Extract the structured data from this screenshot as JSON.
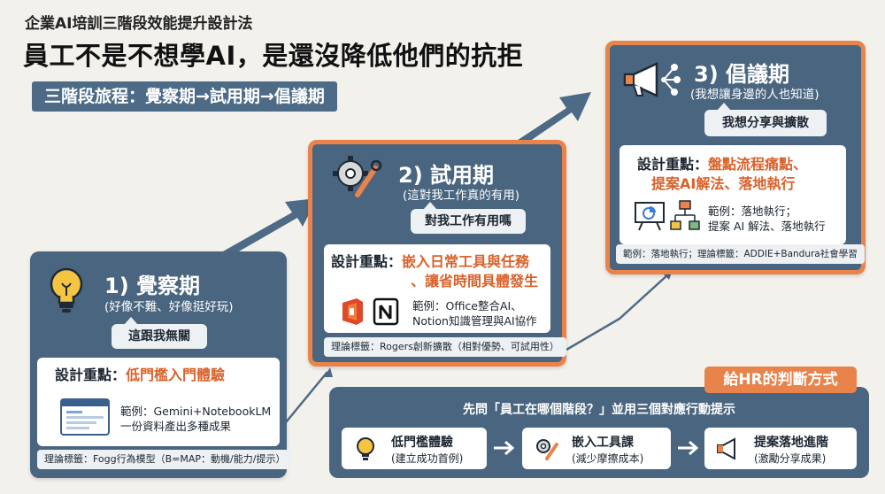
{
  "header": {
    "subtitle": "企業AI培訓三階段效能提升設計法",
    "title": "員工不是不想學AI，是還沒降低他們的抗拒",
    "journey": "三階段旅程：覺察期→試用期→倡議期"
  },
  "stages": [
    {
      "title": "1) 覺察期",
      "subtitle": "(好像不難、好像挺好玩)",
      "bubble": "這跟我無關",
      "focus_label": "設計重點：",
      "focus_lines": [
        "低門檻入門體驗"
      ],
      "example_lines": [
        "範例：Gemini+NotebookLM",
        "一份資料產出多種成果"
      ],
      "theory": "理論標籤：Fogg行為模型（B=MAP：動機/能力/提示）",
      "icon": "lightbulb-icon"
    },
    {
      "title": "2) 試用期",
      "subtitle": "(這對我工作真的有用)",
      "bubble": "對我工作有用嗎",
      "focus_label": "設計重點：",
      "focus_lines": [
        "嵌入日常工具與任務",
        "、讓省時間具體發生"
      ],
      "example_lines": [
        "範例：Office整合AI、",
        "Notion知識管理與AI協作"
      ],
      "theory": "理論標籤：Rogers創新擴散（相對優勢、可試用性）",
      "icon": "gear-wrench-icon"
    },
    {
      "title": "3) 倡議期",
      "subtitle": "(我想讓身邊的人也知道)",
      "bubble": "我想分享與擴散",
      "focus_label": "設計重點：",
      "focus_lines": [
        "盤點流程痛點、",
        "提案AI解法、落地執行"
      ],
      "example_lines": [
        "範例：落地執行；",
        "提案 AI 解法、落地執行"
      ],
      "theory": "範例：落地執行；理論標籤：ADDIE+Bandura社會學習",
      "icon": "megaphone-icon"
    }
  ],
  "hr": {
    "tag": "給HR的判斷方式",
    "ask": "先問「員工在哪個階段？」並用三個對應行動提示",
    "steps": [
      {
        "title": "低門檻體驗",
        "sub": "(建立成功首例)",
        "icon": "lightbulb-icon"
      },
      {
        "title": "嵌入工具課",
        "sub": "(減少摩擦成本)",
        "icon": "gear-wrench-icon"
      },
      {
        "title": "提案落地進階",
        "sub": "(激勵分享成果)",
        "icon": "megaphone-icon"
      }
    ]
  },
  "colors": {
    "card": "#49657f",
    "accent": "#e9834c",
    "highlight": "#d9612a",
    "background": "#f3f1ec"
  }
}
